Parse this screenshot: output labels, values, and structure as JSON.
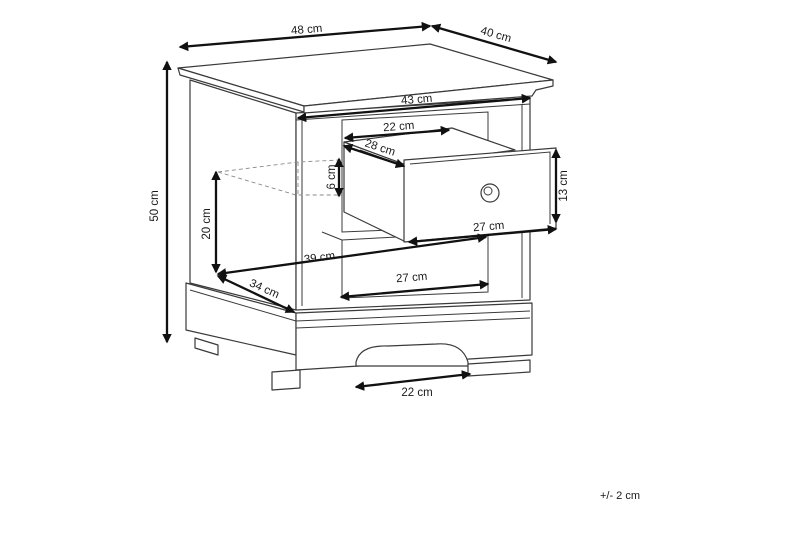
{
  "title": "",
  "dimensions": {
    "width_top": "48 cm",
    "depth_top": "40 cm",
    "height_total": "50 cm",
    "inner_width": "43 cm",
    "drawer_width_inside": "22 cm",
    "drawer_depth": "28 cm",
    "drawer_height_inside": "6 cm",
    "drawer_front_height": "13 cm",
    "drawer_front_width": "27 cm",
    "open_shelf_height": "20 cm",
    "open_shelf_depth_diag": "39 cm",
    "open_shelf_width": "27 cm",
    "base_depth": "34 cm",
    "base_cutout_width": "22 cm"
  },
  "tolerance": "+/- 2 cm",
  "colors": {
    "line": "#3a3a3a",
    "arrow": "#111111",
    "background": "#ffffff"
  }
}
